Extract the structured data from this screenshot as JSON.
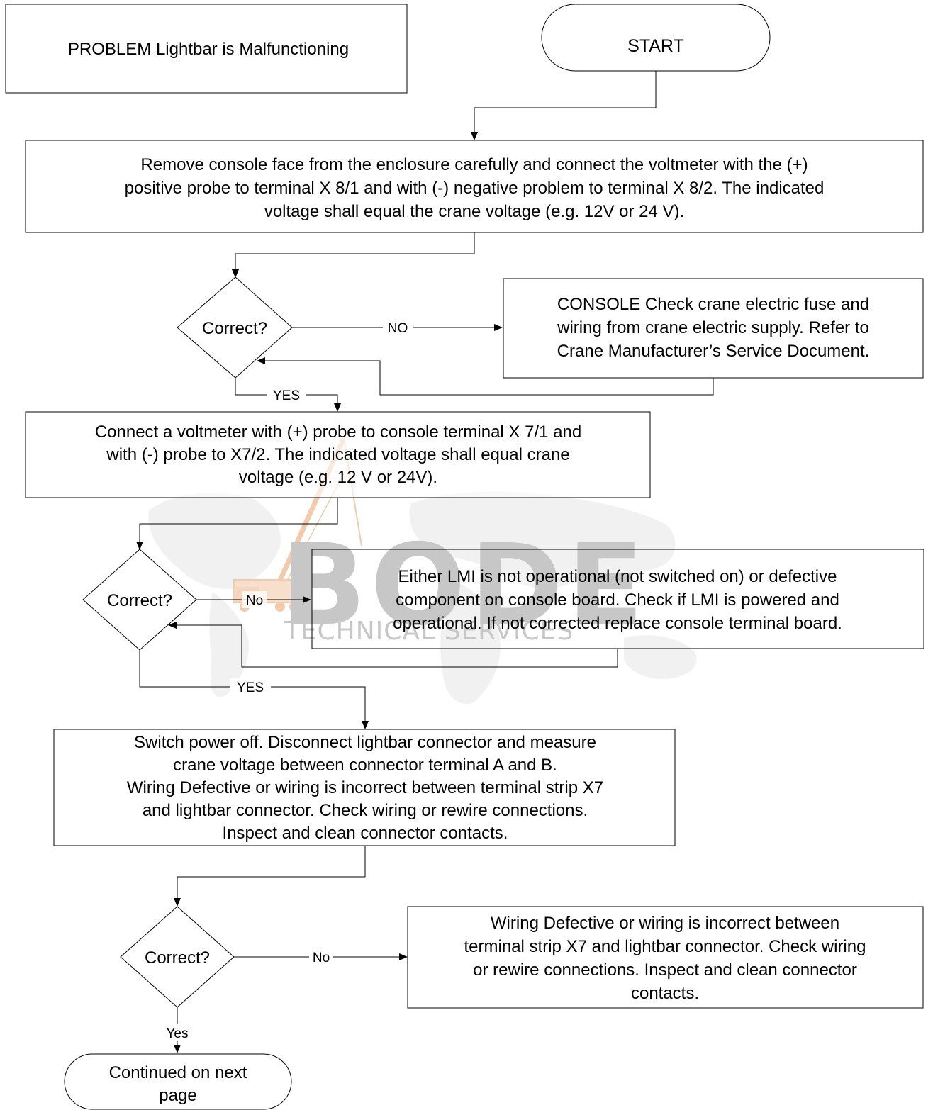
{
  "problem": "PROBLEM Lightbar is Malfunctioning",
  "start": "START",
  "step1": [
    "Remove console face from the enclosure carefully and connect the voltmeter with the (+)",
    "positive probe to terminal X 8/1 and with (-) negative problem to terminal X 8/2.  The indicated",
    "voltage shall equal the crane voltage (e.g. 12V or 24 V)."
  ],
  "decision1": "Correct?",
  "decision1_no": "NO",
  "decision1_yes": "YES",
  "console_check": [
    "CONSOLE Check crane electric fuse and",
    "wiring from crane electric supply.  Refer to",
    "Crane Manufacturer’s Service Document."
  ],
  "step2": [
    "Connect a voltmeter with (+) probe to console terminal X 7/1 and",
    "with (-) probe to X7/2.  The indicated voltage shall equal crane",
    "voltage (e.g. 12 V or 24V)."
  ],
  "decision2": "Correct?",
  "decision2_no": "No",
  "decision2_yes": "YES",
  "lmi_check": [
    "Either LMI is not operational (not switched on) or defective",
    "component on console board.  Check if LMI is powered and",
    "operational.  If not corrected replace console terminal board."
  ],
  "step3": [
    "Switch power off.  Disconnect lightbar connector and measure",
    "crane voltage between connector terminal A and B.",
    "Wiring Defective or wiring is incorrect between terminal strip X7",
    "and lightbar connector.  Check wiring or rewire connections.",
    "Inspect and clean connector contacts."
  ],
  "decision3": "Correct?",
  "decision3_no": "No",
  "decision3_yes": "Yes",
  "wiring_check": [
    "Wiring Defective or wiring is incorrect between",
    "terminal strip X7 and lightbar connector.  Check wiring",
    "or rewire connections.  Inspect and clean connector",
    "contacts."
  ],
  "end": [
    "Continued on next",
    "page"
  ],
  "watermark": {
    "brand": "BODE",
    "sub": "TECHNICAL SERVICES"
  }
}
